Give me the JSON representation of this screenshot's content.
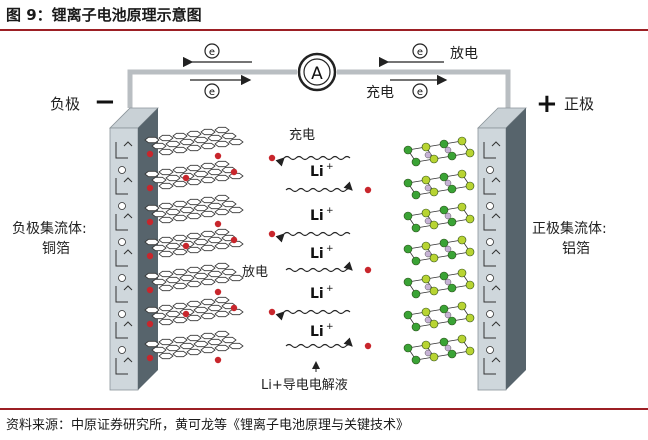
{
  "header": {
    "title": "图 9：锂离子电池原理示意图"
  },
  "diagram": {
    "ammeter_symbol": "A",
    "electron_symbol": "e",
    "discharge_label": "放电",
    "charge_label": "充电",
    "negative_sign": "−",
    "negative_label": "负极",
    "positive_sign": "+",
    "positive_label": "正极",
    "negative_collector_label": "负极集流体:",
    "negative_collector_material": "铜箔",
    "positive_collector_label": "正极集流体:",
    "positive_collector_material": "铝箔",
    "ion_label": "Li",
    "ion_charge": "+",
    "mid_charge_label": "充电",
    "mid_discharge_label": "放电",
    "electrolyte_label": "Li+导电电解液"
  },
  "footer": {
    "source": "资料来源：中原证券研究所，黄可龙等《锂离子电池原理与关键技术》"
  }
}
